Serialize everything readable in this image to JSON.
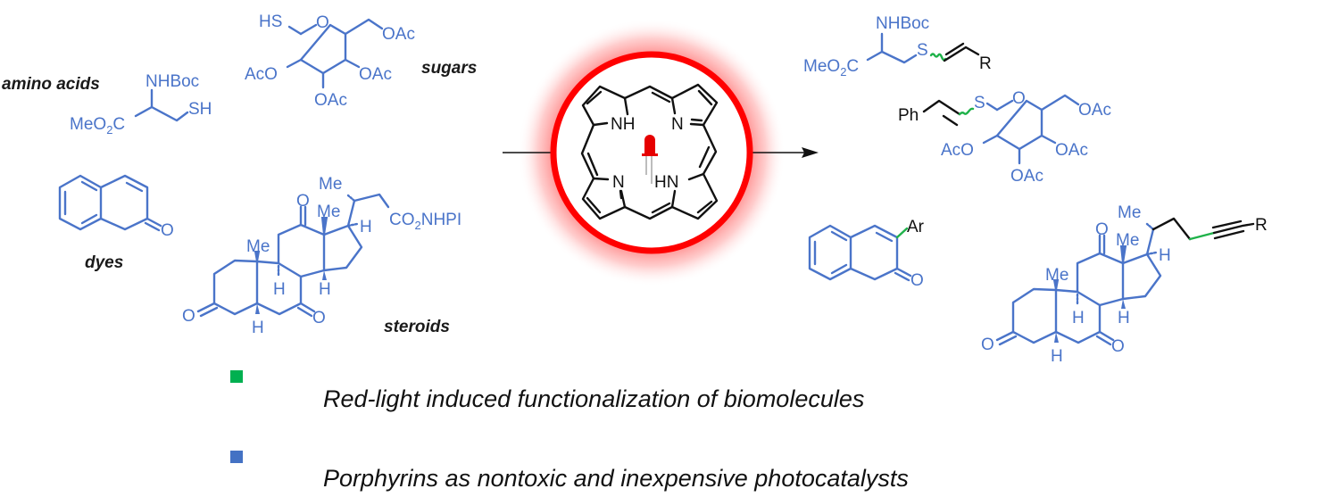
{
  "categories": {
    "amino_acids": "amino acids",
    "sugars": "sugars",
    "dyes": "dyes",
    "steroids": "steroids"
  },
  "labels": {
    "nhboc": "NHBoc",
    "meo2c_pre": "MeO",
    "meo2c_sub": "2",
    "meo2c_post": "C",
    "sh": "SH",
    "hs": "HS",
    "s": "S",
    "o": "O",
    "oac": "OAc",
    "aco": "AcO",
    "me": "Me",
    "h": "H",
    "co2nhpi_pre": "CO",
    "co2nhpi_sub": "2",
    "co2nhpi_post": "NHPI",
    "r": "R",
    "ph": "Ph",
    "ar": "Ar",
    "nh": "NH",
    "n": "N",
    "hn": "HN"
  },
  "bullets": [
    {
      "text": "Red-light induced functionalization of biomolecules",
      "color": "#00b050"
    },
    {
      "text": "Porphyrins as nontoxic and inexpensive photocatalysts",
      "color": "#4472c4"
    }
  ],
  "colors": {
    "substrate": "#4a74c9",
    "new_bond": "#1fb24a",
    "light_ring": "#ff0000"
  }
}
